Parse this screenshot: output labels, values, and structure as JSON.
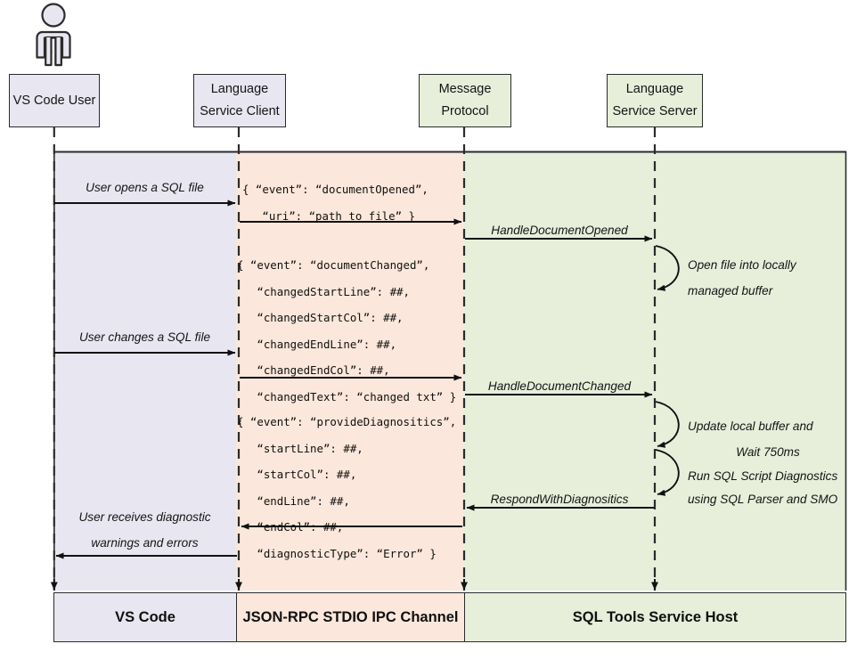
{
  "diagram": {
    "type": "sequence-diagram",
    "title": "SQL Tools Service language service sequence"
  },
  "actor": {
    "icon": "person-actor-icon",
    "label": "VS Code User"
  },
  "participants": [
    {
      "name": "vs-code-user",
      "line1": "VS Code User",
      "line2": "",
      "fill": "purple"
    },
    {
      "name": "language-service-client",
      "line1": "Language",
      "line2": "Service Client",
      "fill": "purple"
    },
    {
      "name": "message-protocol",
      "line1": "Message",
      "line2": "Protocol",
      "fill": "green"
    },
    {
      "name": "language-service-server",
      "line1": "Language",
      "line2": "Service Server",
      "fill": "green"
    }
  ],
  "messages": [
    {
      "name": "user-opens-sql-file",
      "label": "User opens a SQL file"
    },
    {
      "name": "handle-document-opened",
      "label": "HandleDocumentOpened"
    },
    {
      "name": "user-changes-sql-file",
      "label": "User changes a SQL file"
    },
    {
      "name": "handle-document-changed",
      "label": "HandleDocumentChanged"
    },
    {
      "name": "respond-with-diagnositics",
      "label": "RespondWithDiagnositics"
    },
    {
      "name": "user-receives-diagnostics-line1",
      "label": "User receives diagnostic"
    },
    {
      "name": "user-receives-diagnostics-line2",
      "label": "warnings and errors"
    }
  ],
  "notes": [
    {
      "name": "open-file-note-line1",
      "label": "Open file into locally"
    },
    {
      "name": "open-file-note-line2",
      "label": "managed buffer"
    },
    {
      "name": "update-buffer-note-line1",
      "label": "Update local buffer and"
    },
    {
      "name": "update-buffer-note-line2",
      "label": "Wait 750ms"
    },
    {
      "name": "run-diagnostics-note-line1",
      "label": "Run SQL Script Diagnostics"
    },
    {
      "name": "run-diagnostics-note-line2",
      "label": "using SQL Parser and SMO"
    }
  ],
  "payloads": {
    "document_opened": "{ “event”: “documentOpened”,\n   “uri”: “path_to_file” }",
    "document_changed": "{ “event”: “documentChanged”,\n   “changedStartLine”: ##,\n   “changedStartCol”: ##,\n   “changedEndLine”: ##,\n   “changedEndCol”: ##,\n   “changedText”: “changed txt” }",
    "provide_diagnositics": "{ “event”: “provideDiagnositics”,\n   “startLine”: ##,\n   “startCol”: ##,\n   “endLine”: ##,\n   “endCol”: ##,\n   “diagnosticType”: “Error” }"
  },
  "bands": [
    {
      "name": "band-vs-code",
      "label": "VS Code",
      "fill": "purple"
    },
    {
      "name": "band-json-rpc",
      "label": "JSON-RPC STDIO IPC Channel",
      "fill": "orange"
    },
    {
      "name": "band-sql-tools-service-host",
      "label": "SQL Tools Service Host",
      "fill": "green"
    }
  ],
  "colors": {
    "purple": "#e8e6f0",
    "orange": "#fbe7db",
    "green": "#e7eeda",
    "stroke": "#2b2b2b",
    "text": "#141414"
  }
}
